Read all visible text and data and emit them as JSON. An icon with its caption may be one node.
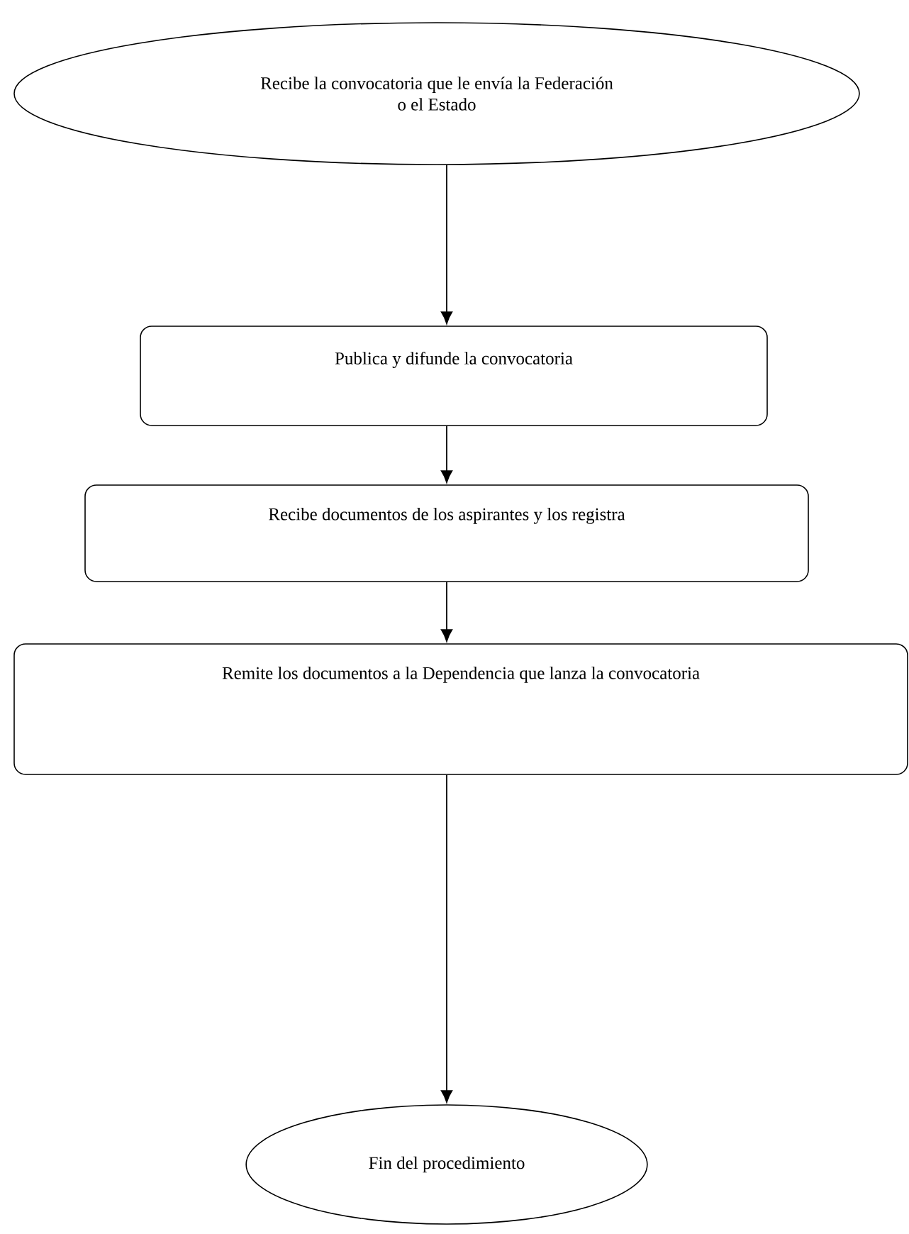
{
  "diagram": {
    "nodes": [
      {
        "text": [
          "Recibe la convocatoria que le envía la Federación o  el  Estado"
        ]
      },
      {
        "text": [
          "Publica y difunde la convocatoria"
        ]
      },
      {
        "text": [
          "Recibe documentos de los aspirantes y los registra"
        ]
      },
      {
        "text": [
          "Remite los documentos a la Dependencia que lanza la  convocatoria"
        ]
      },
      {
        "text": [
          "Fin del procedimiento"
        ]
      }
    ],
    "edges": [
      {
        "from": 0,
        "to": 1,
        "arrow": "to"
      },
      {
        "from": 1,
        "to": 2,
        "arrow": "to"
      },
      {
        "from": 2,
        "to": 3,
        "arrow": "to"
      },
      {
        "from": 3,
        "to": 4,
        "arrow": "to"
      }
    ]
  }
}
